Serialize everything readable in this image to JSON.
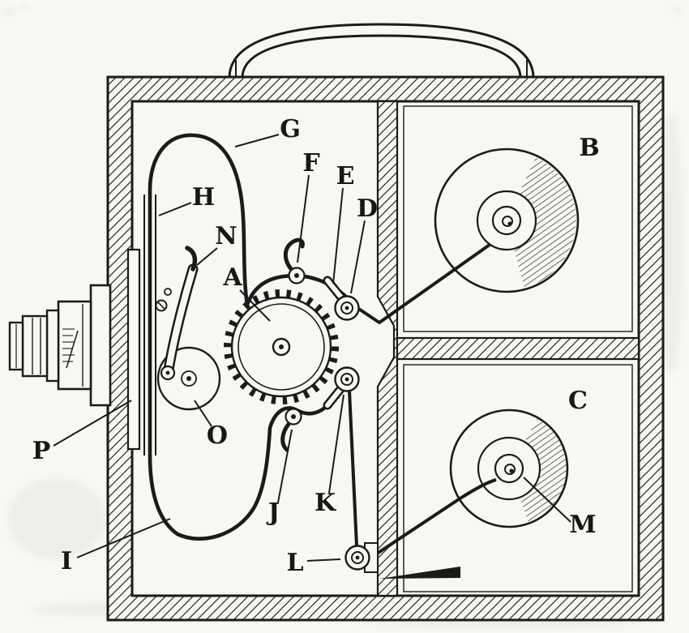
{
  "diagram": {
    "labels": [
      {
        "id": "A",
        "text": "A"
      },
      {
        "id": "B",
        "text": "B"
      },
      {
        "id": "C",
        "text": "C"
      },
      {
        "id": "D",
        "text": "D"
      },
      {
        "id": "E",
        "text": "E"
      },
      {
        "id": "F",
        "text": "F"
      },
      {
        "id": "G",
        "text": "G"
      },
      {
        "id": "H",
        "text": "H"
      },
      {
        "id": "I",
        "text": "I"
      },
      {
        "id": "J",
        "text": "J"
      },
      {
        "id": "K",
        "text": "K"
      },
      {
        "id": "L",
        "text": "L"
      },
      {
        "id": "M",
        "text": "M"
      },
      {
        "id": "N",
        "text": "N"
      },
      {
        "id": "O",
        "text": "O"
      },
      {
        "id": "P",
        "text": "P"
      }
    ],
    "colors": {
      "ink": "#1b1b1b",
      "paper": "#f8f7f3"
    }
  }
}
